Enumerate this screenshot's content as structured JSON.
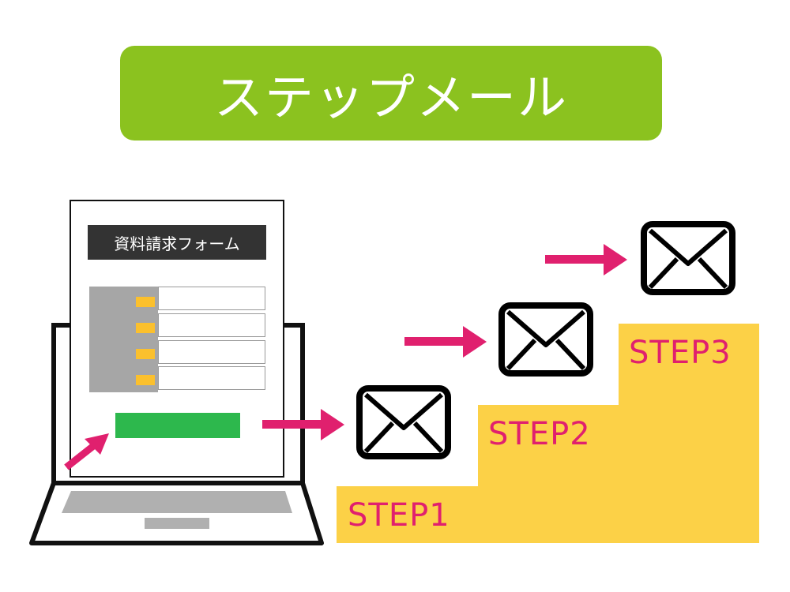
{
  "title": "ステップメール",
  "form": {
    "header": "資料請求フォーム",
    "field_count": 4
  },
  "steps": [
    {
      "label": "STEP1"
    },
    {
      "label": "STEP2"
    },
    {
      "label": "STEP3"
    }
  ],
  "colors": {
    "banner": "#8bc21f",
    "step_fill": "#fcd147",
    "step_text": "#e0206e",
    "arrow": "#e0206e",
    "submit": "#2db84d",
    "form_header": "#333333"
  },
  "icons": [
    "envelope-icon",
    "arrow-right-icon",
    "laptop-icon"
  ]
}
